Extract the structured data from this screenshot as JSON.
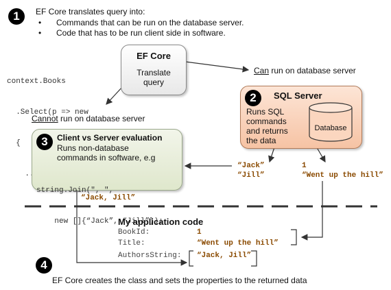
{
  "step1": {
    "badge": "1",
    "title": "EF Core translates query into:",
    "bullets": [
      "Commands that can be run on the database server.",
      "Code that has to be run client side in software."
    ]
  },
  "query_code": {
    "line1": "context.Books",
    "line2": "  .Select(p => new",
    "line3": "  {",
    "line4": "    ...etc."
  },
  "ef_core": {
    "title": "EF Core",
    "text_line1": "Translate",
    "text_line2": "query"
  },
  "can_run": {
    "emph": "Can",
    "rest": " run on database server"
  },
  "cannot_run": {
    "emph": "Cannot",
    "rest": " run on database server"
  },
  "sql_server": {
    "badge": "2",
    "title": "SQL Server",
    "lines": [
      "Runs SQL",
      "commands",
      "and returns",
      "the data"
    ],
    "database_label": "Database"
  },
  "client": {
    "badge": "3",
    "title": "Client vs Server evaluation",
    "text_line1": "Runs non-database",
    "text_line2": "commands in software, e.g",
    "code_line1": "string.Join(\", \",",
    "code_line2": "    new []{“Jack”, “Jill”});"
  },
  "returned": {
    "jack": "“Jack”",
    "jill": "“Jill”",
    "id": "1",
    "title_value": "“Went up the hill”"
  },
  "combined": "“Jack, Jill”",
  "app": {
    "title": "My application code",
    "rows": [
      {
        "label": "BookId:",
        "value": "1"
      },
      {
        "label": "Title:",
        "value": "“Went up the hill”"
      },
      {
        "label": "AuthorsString:",
        "value": "“Jack, Jill”"
      }
    ]
  },
  "step4": {
    "badge": "4",
    "text": "EF Core creates the class and sets the properties to the returned data"
  }
}
